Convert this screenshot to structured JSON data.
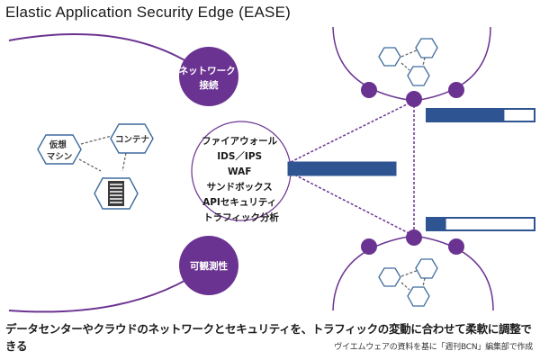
{
  "title": "Elastic Application Security Edge (EASE)",
  "colors": {
    "purple": "#6b3391",
    "blue": "#2e5591",
    "hex_stroke": "#3d6a9e",
    "dash_gray": "#666666"
  },
  "left_cluster": {
    "nodes": [
      {
        "id": "vm",
        "label_lines": [
          "仮想",
          "マシン"
        ]
      },
      {
        "id": "container",
        "label_lines": [
          "コンテナ"
        ]
      },
      {
        "id": "server",
        "label_lines": [],
        "icon": "server-rack-icon"
      }
    ]
  },
  "features": {
    "network": {
      "label_lines": [
        "ネットワーク",
        "接続"
      ]
    },
    "observability": {
      "label_lines": [
        "可観測性"
      ]
    },
    "security": {
      "label_lines": [
        "ファイアウォール",
        "IDS／IPS",
        "WAF",
        "サンドボックス",
        "APIセキュリティ",
        "トラフィック分析"
      ]
    }
  },
  "load_bars": {
    "center": {
      "fill_fraction": 1.0
    },
    "top_right": {
      "fill_fraction": 0.72
    },
    "bottom_right": {
      "fill_fraction": 0.18
    }
  },
  "caption": "データセンターやクラウドのネットワークとセキュリティを、トラフィックの変動に合わせて柔軟に調整できる",
  "credit": "ヴイエムウェアの資料を基に「週刊BCN」編集部で作成"
}
